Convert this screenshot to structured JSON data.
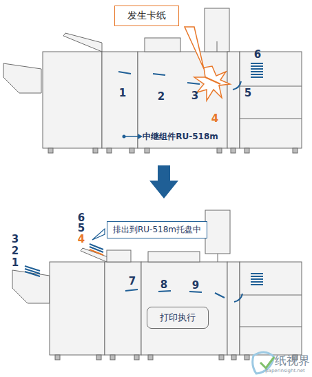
{
  "diagram": {
    "nodes": [
      {
        "text": [
          "发生卡纸"
        ]
      },
      {
        "text": [
          "排出到RU-518m托盘中"
        ]
      },
      {
        "text": [
          "打印执行"
        ]
      }
    ],
    "labels": [
      "1",
      "2",
      "3",
      "4",
      "5",
      "6",
      "中继组件RU-518m",
      "3",
      "2",
      "1",
      "6",
      "5",
      "4",
      "7",
      "8",
      "9",
      "纸视界",
      "paperinsight.net"
    ]
  }
}
